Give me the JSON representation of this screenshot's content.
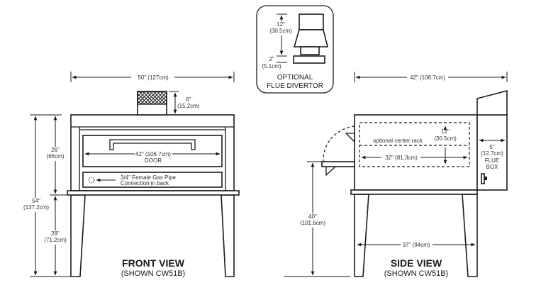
{
  "front_view": {
    "title": "FRONT VIEW",
    "subtitle": "(SHOWN CW51B)",
    "width_dim": "50\" (127cm)",
    "flue_height_in": "6\"",
    "flue_height_cm": "(15.2cm)",
    "total_height_in": "54\"",
    "total_height_cm": "(137.2cm)",
    "oven_height_in": "26\"",
    "oven_height_cm": "(66cm)",
    "leg_height_in": "28\"",
    "leg_height_cm": "(71.2cm)",
    "door_width": "42\" (106.7cm)",
    "door_label": "DOOR",
    "gas_line1": "3/4\" Female Gas Pipe",
    "gas_line2": "Connection in back"
  },
  "flue_divertor": {
    "height_in": "12\"",
    "height_cm": "(30.5cm)",
    "base_in": "2\"",
    "base_cm": "(5.1cm)",
    "label_line1": "OPTIONAL",
    "label_line2": "FLUE DIVERTOR"
  },
  "side_view": {
    "title": "SIDE VIEW",
    "subtitle": "(SHOWN CW51B)",
    "depth_dim": "42\" (106.7cm)",
    "rack_label": "optional center rack",
    "rack_height_in": "12\"",
    "rack_height_cm": "(30.5cm)",
    "rack_width": "32\" (81.3cm)",
    "flue_box_in": "5\"",
    "flue_box_cm": "(12.7cm)",
    "flue_box_label1": "FLUE",
    "flue_box_label2": "BOX",
    "shelf_height_in": "40\"",
    "shelf_height_cm": "(101.6cm)",
    "leg_span": "37\" (94cm)"
  }
}
